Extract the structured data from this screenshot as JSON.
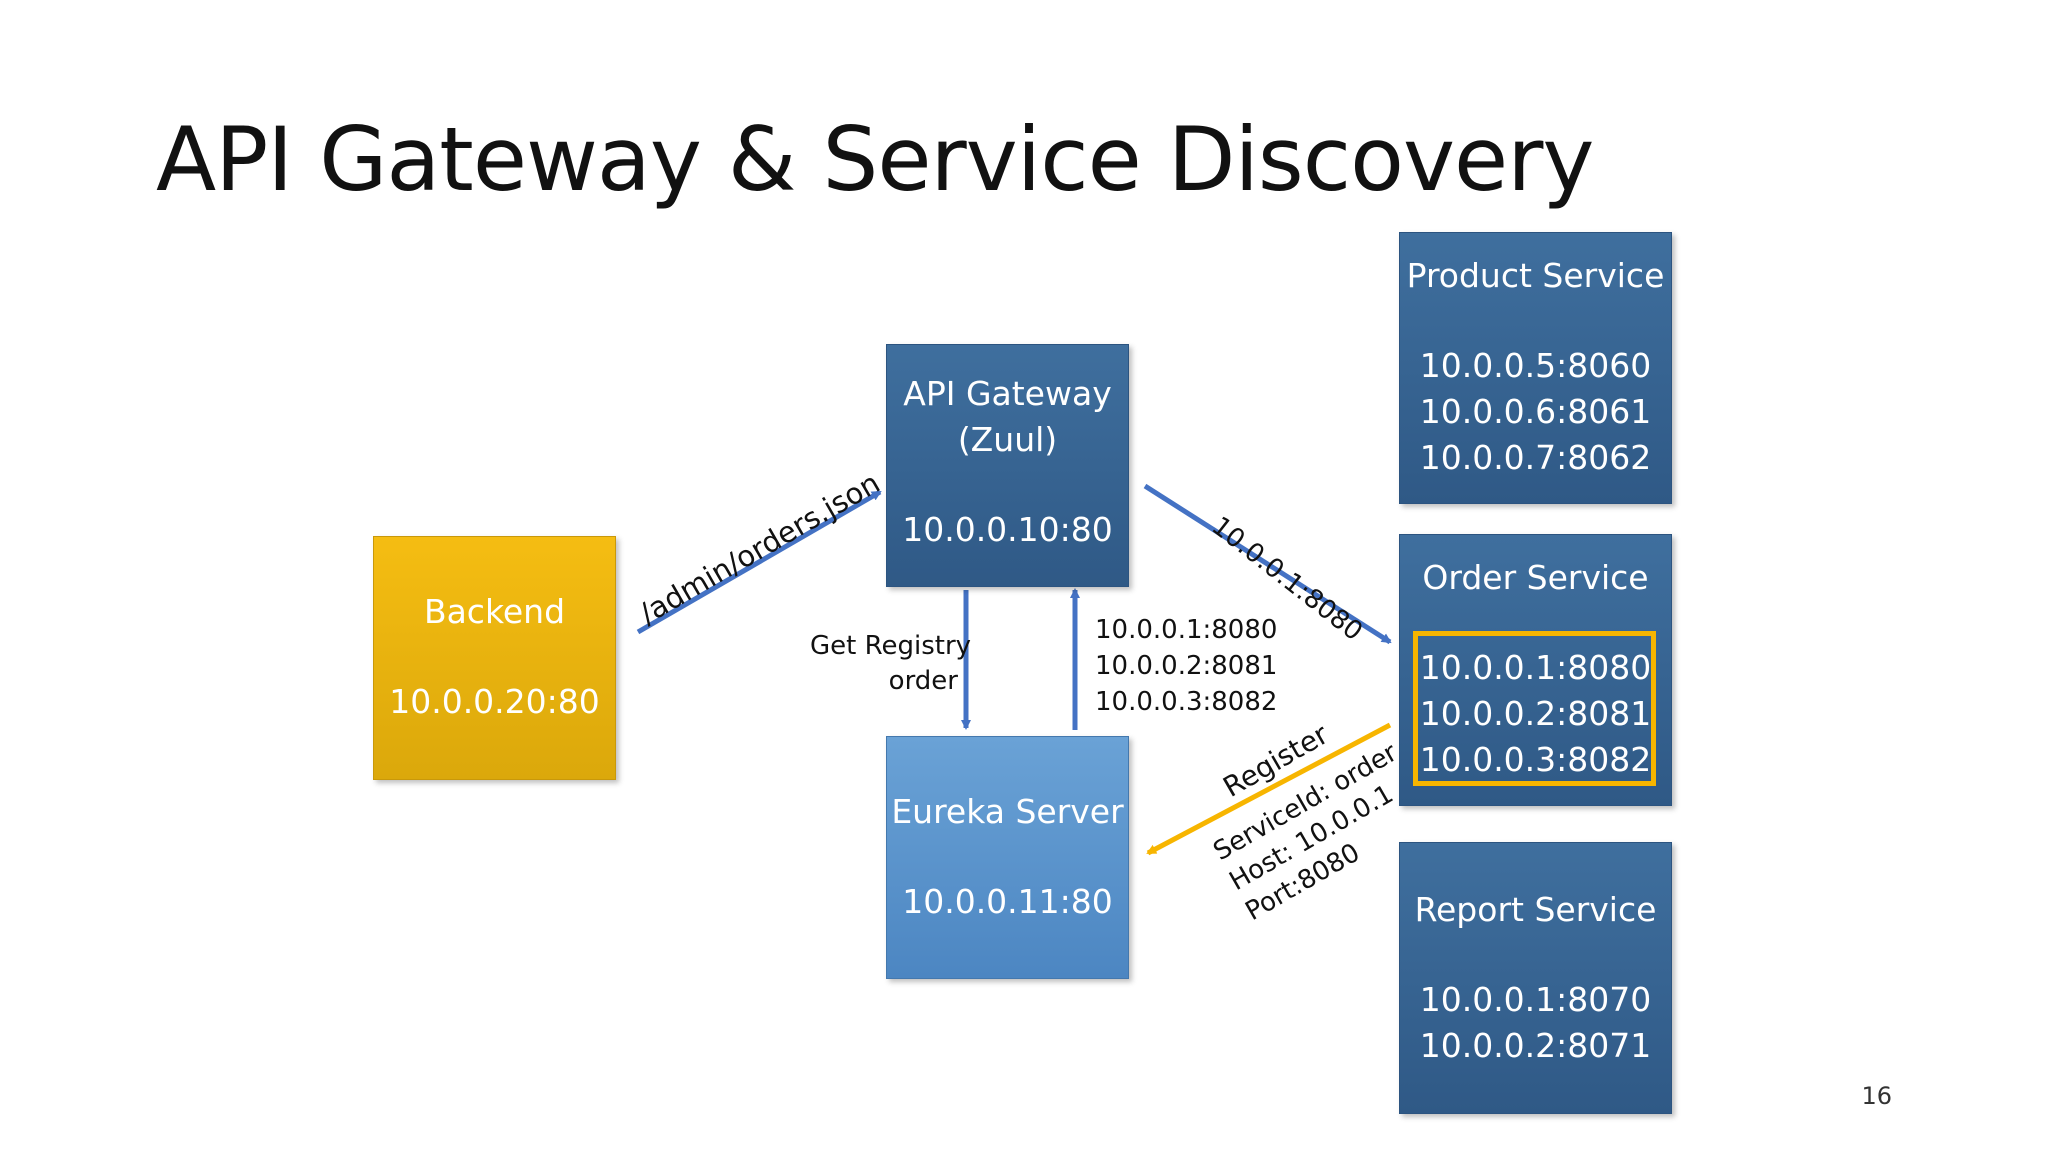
{
  "title": "API Gateway & Service Discovery",
  "page_number": "16",
  "colors": {
    "dark_box": "#2f5986",
    "light_box": "#4c86c2",
    "backend_box": "#e6ad0a",
    "arrow_blue": "#4472c4",
    "arrow_yellow": "#f7b500"
  },
  "nodes": {
    "backend": {
      "name": "Backend",
      "address": "10.0.0.20:80"
    },
    "gateway": {
      "name_line1": "API Gateway",
      "name_line2": "(Zuul)",
      "address": "10.0.0.10:80"
    },
    "eureka": {
      "name": "Eureka Server",
      "address": "10.0.0.11:80"
    },
    "product": {
      "name": "Product Service",
      "instances": [
        "10.0.0.5:8060",
        "10.0.0.6:8061",
        "10.0.0.7:8062"
      ]
    },
    "order": {
      "name": "Order Service",
      "instances": [
        "10.0.0.1:8080",
        "10.0.0.2:8081",
        "10.0.0.3:8082"
      ]
    },
    "report": {
      "name": "Report Service",
      "instances": [
        "10.0.0.1:8070",
        "10.0.0.2:8071"
      ]
    }
  },
  "edges": {
    "backend_to_gateway": "/admin/orders.json",
    "gateway_to_order": "10.0.0.1:8080",
    "get_registry_line1": "Get Registry",
    "get_registry_line2": "order",
    "registry_response": [
      "10.0.0.1:8080",
      "10.0.0.2:8081",
      "10.0.0.3:8082"
    ],
    "register_title": "Register",
    "register_details": [
      "ServiceId: order",
      "Host: 10.0.0.1",
      "Port:8080"
    ]
  }
}
